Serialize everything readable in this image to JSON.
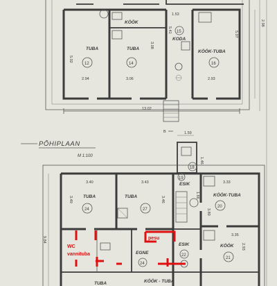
{
  "plan_title": "PÕHIPLAAN",
  "scale": "M 1:100",
  "upper_plan": {
    "rooms": [
      {
        "id": "room-12",
        "name": "TUBA",
        "number": "12",
        "dim_w": "2.94",
        "dim_h": "5.02"
      },
      {
        "id": "room-14",
        "name": "TUBA",
        "number": "14",
        "dim_w": "3.06",
        "dim_h": "3.08"
      },
      {
        "id": "room-kook-upper",
        "name": "KÖÖK"
      },
      {
        "id": "room-15",
        "name": "KODA",
        "number": "15",
        "dim_w": "1.53",
        "dim_h": "5.41"
      },
      {
        "id": "room-16",
        "name": "KÖÖK-TUBA",
        "number": "16",
        "dim_w": "2.93",
        "dim_h": "5.07"
      }
    ],
    "total_width": "13.02",
    "side_dim": "2.98"
  },
  "lower_plan": {
    "entrance_label": "B",
    "dims": {
      "porch_w": "1.59",
      "stair_h": "1.46",
      "room24_w": "3.40",
      "room24_h": "3.49",
      "room27_w": "3.43",
      "room27_h": "3.46",
      "room20_w": "3.33",
      "room20_h": "3.80",
      "room21_w": "3.35",
      "room21_h": "2.93",
      "side_h": "9.84",
      "corridor_w": "1.66"
    },
    "rooms": [
      {
        "id": "room-24",
        "name": "TUBA",
        "number": "24"
      },
      {
        "id": "room-27",
        "name": "TUBA",
        "number": "27"
      },
      {
        "id": "room-19",
        "name": "ESIK",
        "number": "19"
      },
      {
        "id": "room-20",
        "name": "KÖÖK-TUBA",
        "number": "20"
      },
      {
        "id": "room-22",
        "name": "ESIK",
        "number": "22"
      },
      {
        "id": "room-21",
        "name": "KÖÖK",
        "number": "21"
      },
      {
        "id": "room-egne",
        "name": "EGNE",
        "number": "24"
      },
      {
        "id": "room-tuba-bottom",
        "name": "TUBA"
      },
      {
        "id": "room-kook-tuba-bottom",
        "name": "KÖÖK - TUBA"
      }
    ],
    "annotations": {
      "wc": "WC",
      "vannituba": "vannituba",
      "pesu": "pesu"
    }
  }
}
